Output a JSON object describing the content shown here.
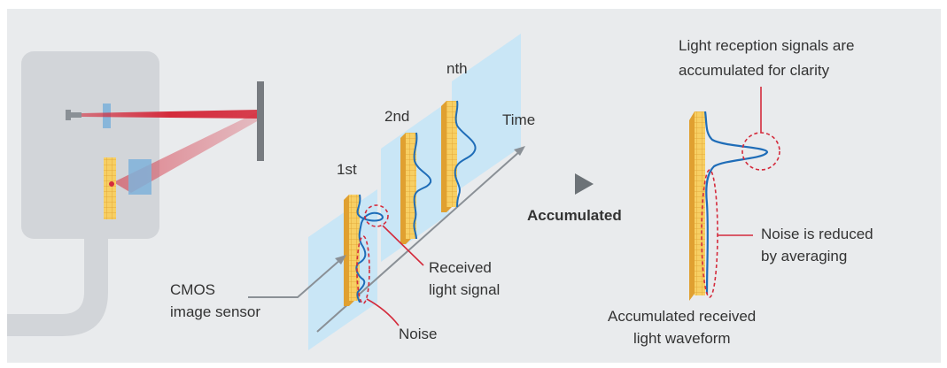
{
  "labels": {
    "nth": "nth",
    "second": "2nd",
    "first": "1st",
    "time": "Time",
    "cmos_line1": "CMOS",
    "cmos_line2": "image sensor",
    "received_line1": "Received",
    "received_line2": "light signal",
    "noise": "Noise",
    "accumulated": "Accumulated",
    "clarity_line1": "Light reception signals are",
    "clarity_line2": "accumulated for clarity",
    "noise_reduced_line1": "Noise is reduced",
    "noise_reduced_line2": "by averaging",
    "waveform_line1": "Accumulated received",
    "waveform_line2": "light waveform"
  },
  "colors": {
    "background": "#e9ebed",
    "sensor_body": "#d2d5d9",
    "laser": "#d42b3c",
    "sensor_plane": "#c9e6f6",
    "pixel_yellow": "#f7cf63",
    "pixel_grid": "#e0a030",
    "waveform": "#1f6db8",
    "callout_red": "#d42b3c",
    "arrow_gray": "#8a9096",
    "text": "#333333"
  },
  "icons": {
    "play_arrow": "accumulate-arrow-icon"
  }
}
